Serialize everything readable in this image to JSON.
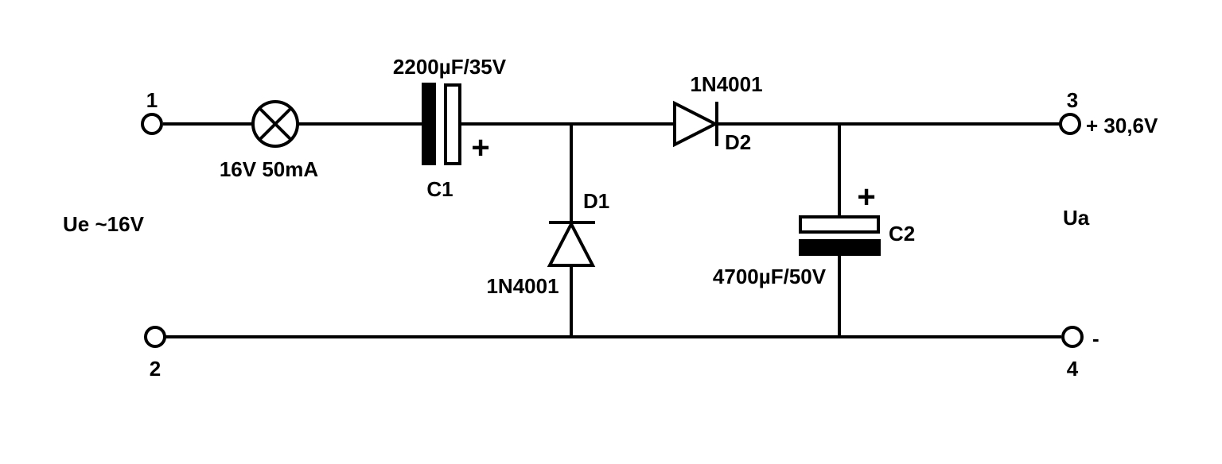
{
  "diagram": {
    "terminals": {
      "t1": "1",
      "t2": "2",
      "t3": "3",
      "t4": "4"
    },
    "input_voltage": "Ue ~16V",
    "output_label": "Ua",
    "output_plus": "+ 30,6V",
    "output_minus": "-",
    "lamp_rating": "16V 50mA",
    "c1": {
      "name": "C1",
      "value": "2200µF/35V",
      "polarity": "+"
    },
    "c2": {
      "name": "C2",
      "value": "4700µF/50V",
      "polarity": "+"
    },
    "d1": {
      "name": "D1",
      "part": "1N4001"
    },
    "d2": {
      "name": "D2",
      "part": "1N4001"
    }
  }
}
